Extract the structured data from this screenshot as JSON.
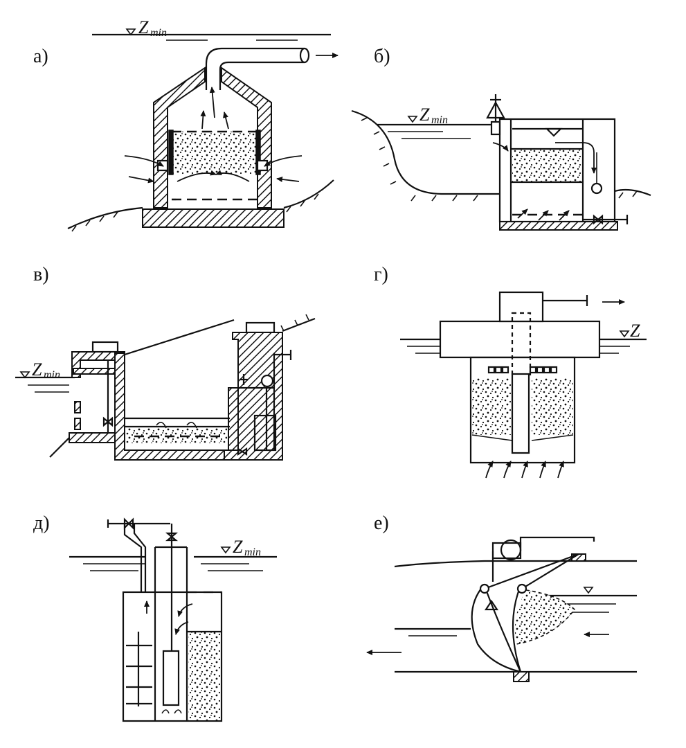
{
  "panels": [
    {
      "id": "a",
      "label": "а)",
      "level": {
        "symbol": "Z",
        "sub": "min"
      }
    },
    {
      "id": "b",
      "label": "б)",
      "level": {
        "symbol": "Z",
        "sub": "min"
      }
    },
    {
      "id": "v",
      "label": "в)",
      "level": {
        "symbol": "Z",
        "sub": "min"
      }
    },
    {
      "id": "g",
      "label": "г)",
      "level": {
        "symbol": "Z",
        "sub": ""
      }
    },
    {
      "id": "d",
      "label": "д)",
      "level": {
        "symbol": "Z",
        "sub": "min"
      }
    },
    {
      "id": "e",
      "label": "е)",
      "level": {
        "symbol": "",
        "sub": ""
      }
    }
  ],
  "colors": {
    "ink": "#111111",
    "background": "#ffffff"
  }
}
